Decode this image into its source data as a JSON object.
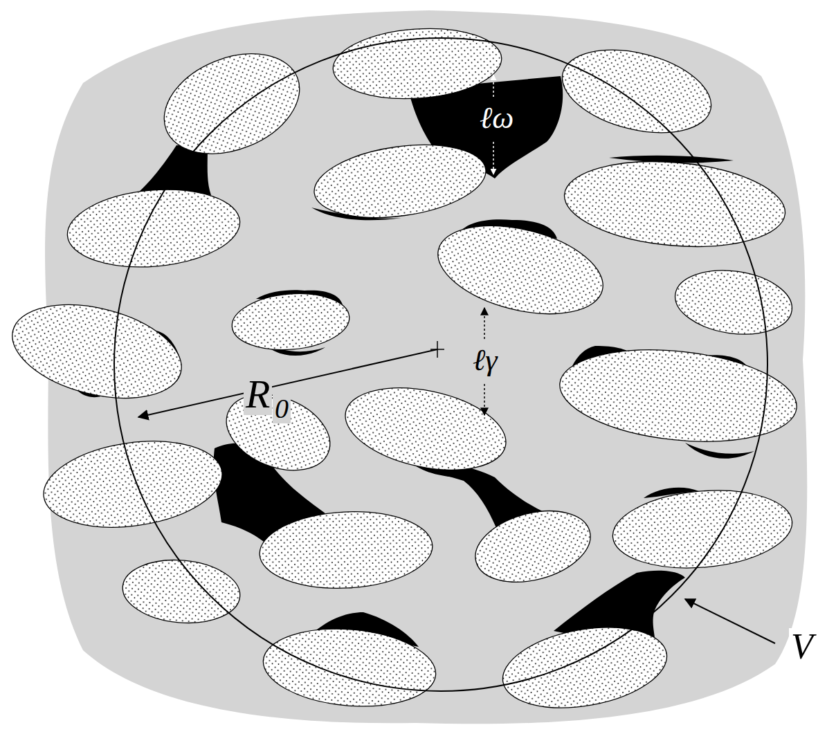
{
  "diagram": {
    "labels": [
      "ℓω",
      "ℓγ",
      "R",
      "0",
      "V"
    ]
  }
}
